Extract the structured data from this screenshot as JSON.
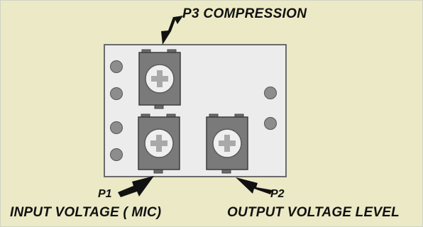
{
  "colors": {
    "background": "#ece9c6",
    "board": "#ececec",
    "board_edge": "#6b6b6b",
    "pot_body": "#7a7a7a",
    "pot_knob": "#efefef",
    "pot_cross": "#a9a9a9",
    "hole": "#8d8d8d",
    "arrow": "#111111",
    "text": "#111111"
  },
  "labels": {
    "p3": "P3 COMPRESSION",
    "p1_id": "P1",
    "p2_id": "P2",
    "p1_function": "INPUT VOLTAGE ( MIC)",
    "p2_function": "OUTPUT VOLTAGE LEVEL"
  },
  "components": {
    "potentiometers": [
      {
        "id": "P3",
        "icon": "trimmer-pot-icon"
      },
      {
        "id": "P1",
        "icon": "trimmer-pot-icon"
      },
      {
        "id": "P2",
        "icon": "trimmer-pot-icon"
      }
    ],
    "left_holes": 4,
    "right_holes": 2
  }
}
